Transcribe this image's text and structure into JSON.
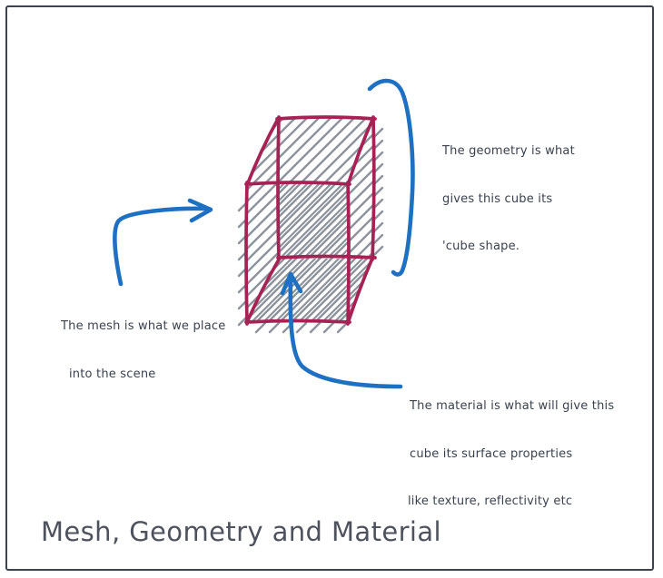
{
  "title": "Mesh, Geometry and Material",
  "notes": {
    "geometry": {
      "lines": [
        "The geometry is what",
        "gives this cube its",
        "'cube shape."
      ]
    },
    "mesh": {
      "lines": [
        "The mesh is what we place",
        "into the scene"
      ]
    },
    "material": {
      "lines": [
        "The material is what will give this",
        "cube its surface properties",
        "like texture, reflectivity etc"
      ]
    }
  },
  "colors": {
    "cube_stroke": "#a62154",
    "hatch": "#8d929b",
    "arrow_blue": "#1e70c2",
    "note_text": "#3a414e",
    "title_text": "#4d525c",
    "frame": "#3d434e"
  }
}
